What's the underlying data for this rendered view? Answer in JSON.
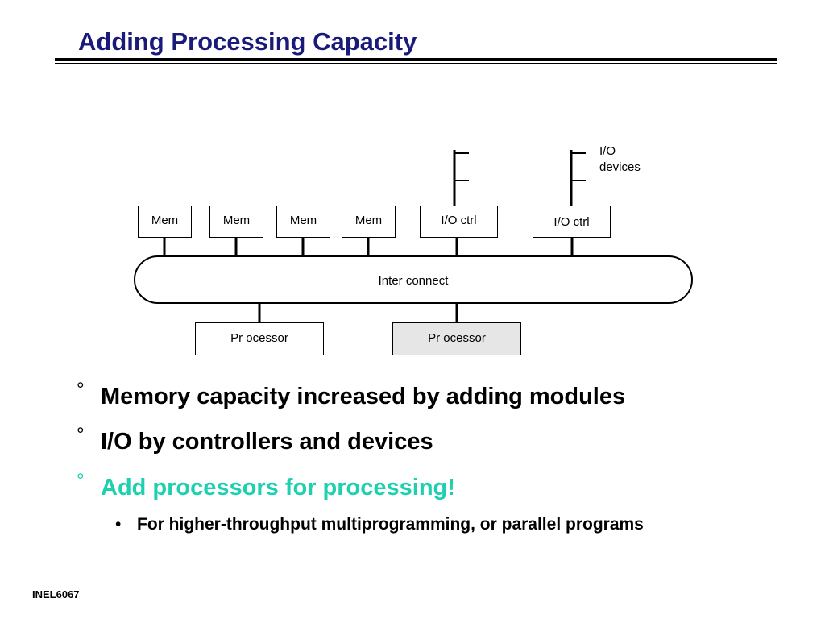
{
  "title": "Adding Processing Capacity",
  "diagram": {
    "memory_modules": [
      "Mem",
      "Mem",
      "Mem",
      "Mem"
    ],
    "io_controllers": [
      "I/O ctrl",
      "I/O ctrl"
    ],
    "io_devices_label_line1": "I/O",
    "io_devices_label_line2": "devices",
    "interconnect": "Inter connect",
    "processors": [
      "Pr ocessor",
      "Pr ocessor"
    ]
  },
  "bullets": {
    "marker": "°",
    "items": [
      "Memory capacity increased by adding modules",
      "I/O by controllers and devices",
      "Add processors for processing!"
    ],
    "sub_marker": "•",
    "sub_item": "For higher-throughput multiprogramming, or parallel programs"
  },
  "colors": {
    "title": "#1a1a7a",
    "accent": "#1fd0b0",
    "shaded_processor": "#e6e6e6"
  },
  "footer": "INEL6067"
}
